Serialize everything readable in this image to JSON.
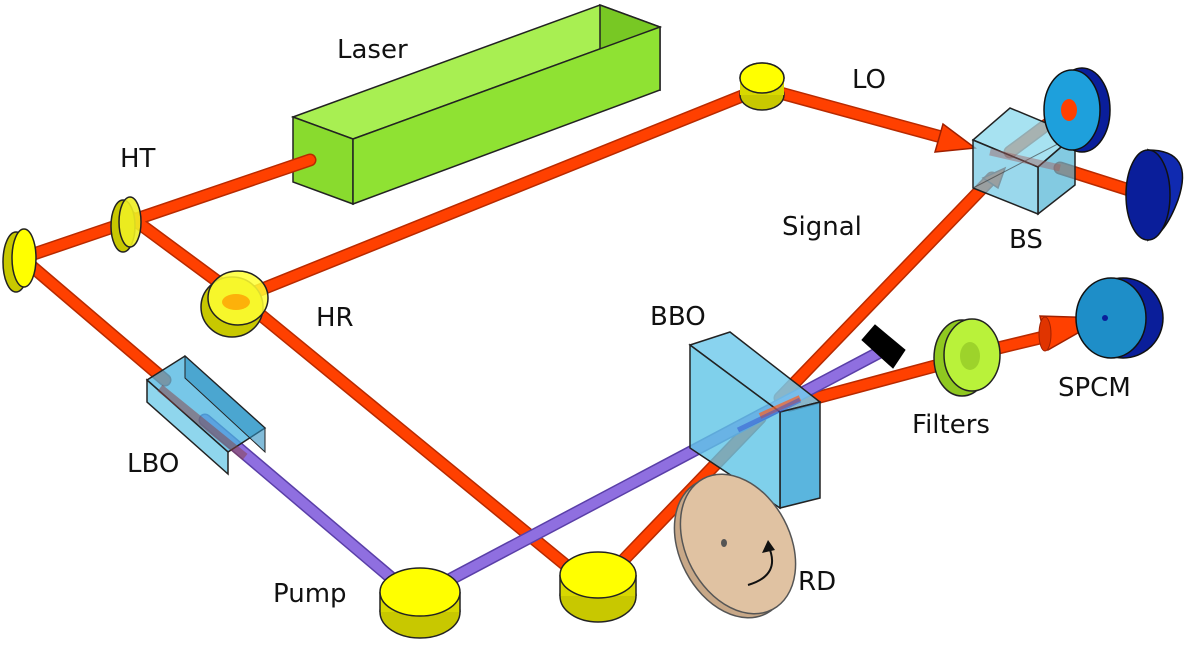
{
  "labels": {
    "laser": "Laser",
    "lo": "LO",
    "ht": "HT",
    "signal": "Signal",
    "bs": "BS",
    "hr": "HR",
    "bbo": "BBO",
    "spcm": "SPCM",
    "filters": "Filters",
    "lbo": "LBO",
    "pump": "Pump",
    "rd": "RD"
  },
  "colors": {
    "beam_red": "#ff4000",
    "beam_red_dark": "#b82a00",
    "beam_violet": "#8f6fe0",
    "beam_violet_dark": "#5a3fa8",
    "laser_green": "#8fe233",
    "mirror_yellow": "#ffff00",
    "crystal_blue": "#5fc4e6",
    "detector_blue": "#1ea0dc",
    "detector_navy": "#0a1e9a",
    "filter_green": "#b9f23a",
    "rd_tan": "#e0c2a2"
  }
}
